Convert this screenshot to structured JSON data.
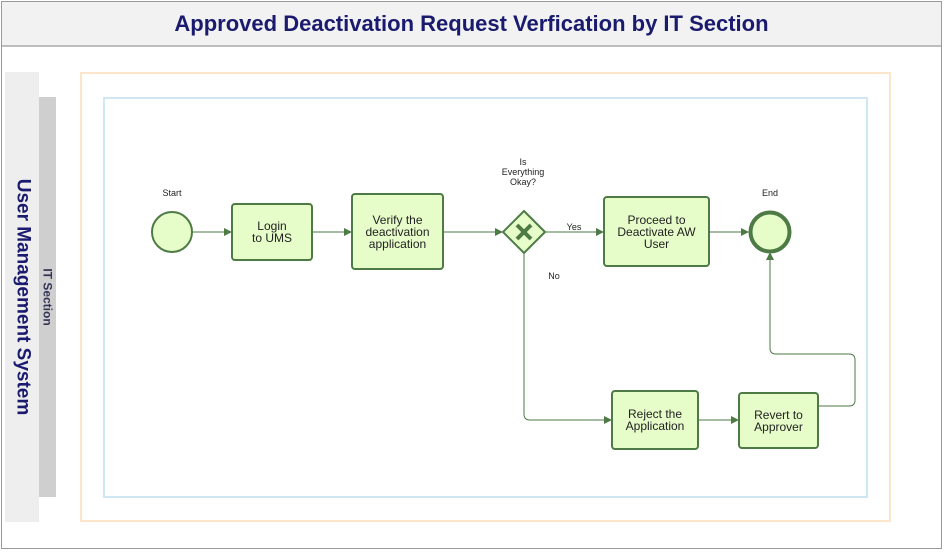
{
  "title": "Approved Deactivation Request Verfication by IT Section",
  "pool": {
    "label": "User Management System"
  },
  "lane": {
    "label": "IT Section"
  },
  "events": {
    "start": {
      "label": "Start"
    },
    "end": {
      "label": "End"
    }
  },
  "tasks": {
    "login": "Login\nto UMS",
    "verify": "Verify the\ndeactivation\napplication",
    "proceed": "Proceed to\nDeactivate AW\nUser",
    "reject": "Reject the\nApplication",
    "revert": "Revert to\nApprover"
  },
  "gateway": {
    "question": "Is\nEverything\nOkay?"
  },
  "flows": {
    "yes": "Yes",
    "no": "No"
  },
  "colors": {
    "task_fill": "#e6fcc9",
    "stroke": "#4d7a45",
    "title": "#1a1a6e"
  }
}
